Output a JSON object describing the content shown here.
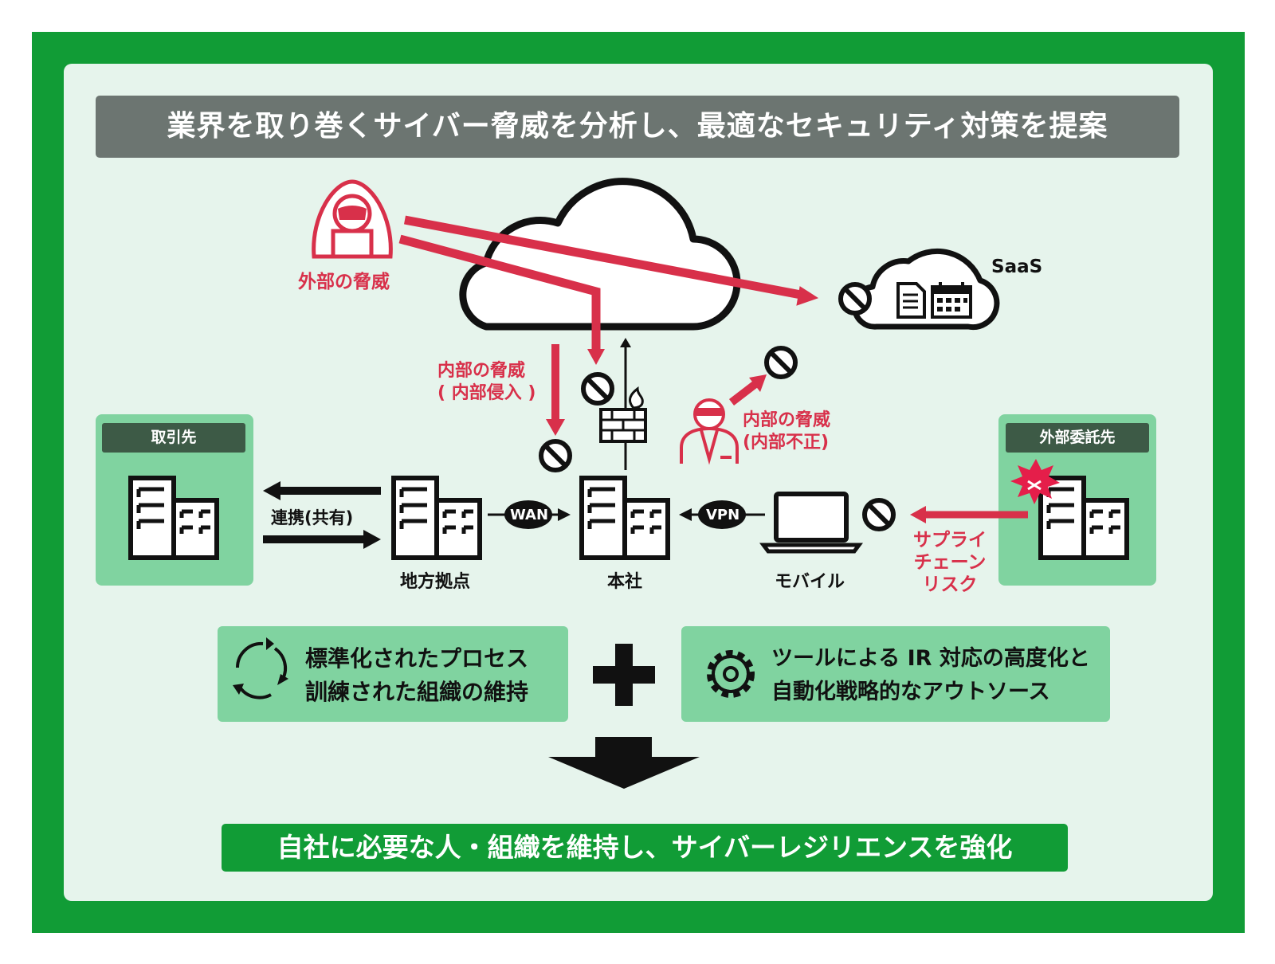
{
  "title": "業界を取り巻くサイバー脅威を分析し、最適なセキュリティ対策を提案",
  "threats": {
    "external": "外部の脅威",
    "internal_intrusion_line1": "内部の脅威",
    "internal_intrusion_line2": "( 内部侵入 )",
    "internal_fraud_line1": "内部の脅威",
    "internal_fraud_line2": "(内部不正)",
    "supply_chain_line1": "サプライ",
    "supply_chain_line2": "チェーン",
    "supply_chain_line3": "リスク"
  },
  "saas_label": "SaaS",
  "partners": {
    "left": "取引先",
    "right": "外部委託先"
  },
  "nodes": {
    "branch": "地方拠点",
    "hq": "本社",
    "mobile": "モバイル",
    "link_label": "連携(共有)",
    "wan": "WAN",
    "vpn": "VPN"
  },
  "measures": {
    "left_line1": "標準化されたプロセス",
    "left_line2": "訓練された組織の維持",
    "right_line1": "ツールによる IR 対応の高度化と",
    "right_line2": "自動化戦略的なアウトソース"
  },
  "result": "自社に必要な人・組織を維持し、サイバーレジリエンスを強化",
  "colors": {
    "frame_green": "#119c36",
    "panel_bg": "#e6f4ec",
    "title_gray": "#6c7571",
    "threat_red": "#d8304a",
    "box_green": "#80d3a0",
    "label_dark": "#3d5a46"
  }
}
